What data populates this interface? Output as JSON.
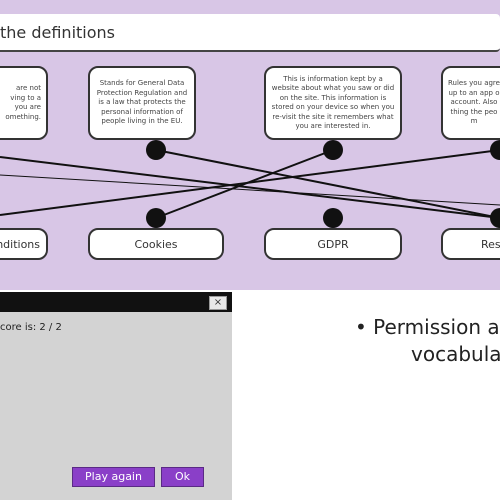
{
  "activity": {
    "title": "the definitions",
    "definitions": [
      {
        "text": "are not\nving to a\nyou are\nomething."
      },
      {
        "text": "Stands for General Data Protection Regulation and is a law that protects the personal information of people living in the EU."
      },
      {
        "text": "This is information kept by a website about what you saw or did on the site. This information is stored on your device so when you re-visit the site it remembers what you are interested in."
      },
      {
        "text": "Rules you agre\nup to an app o\naccount. Also\nthing the peo\nm"
      }
    ],
    "terms": [
      {
        "label": "nditions"
      },
      {
        "label": "Cookies"
      },
      {
        "label": "GDPR"
      },
      {
        "label": "Res"
      }
    ]
  },
  "dialog": {
    "close_glyph": "×",
    "score_text": "core is: 2 / 2",
    "play_again_label": "Play again",
    "ok_label": "Ok"
  },
  "slide": {
    "bullet_line1": "• Permission a",
    "bullet_line2": "vocabula"
  }
}
